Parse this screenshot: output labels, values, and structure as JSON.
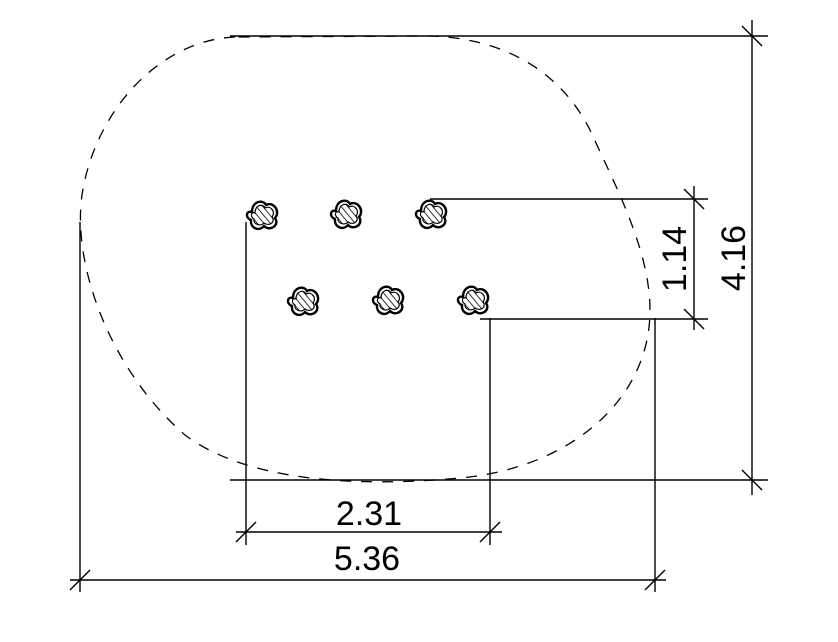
{
  "dimensions": {
    "overall_width": "5.36",
    "plant_span": "2.31",
    "row_spacing": "1.14",
    "overall_height": "4.16"
  },
  "plants": {
    "count": 6,
    "rows": 2,
    "per_row": 3
  },
  "colors": {
    "ink": "#000000",
    "background": "#ffffff"
  },
  "icons": {
    "plant": "trefoil-hatched-plant-icon"
  }
}
